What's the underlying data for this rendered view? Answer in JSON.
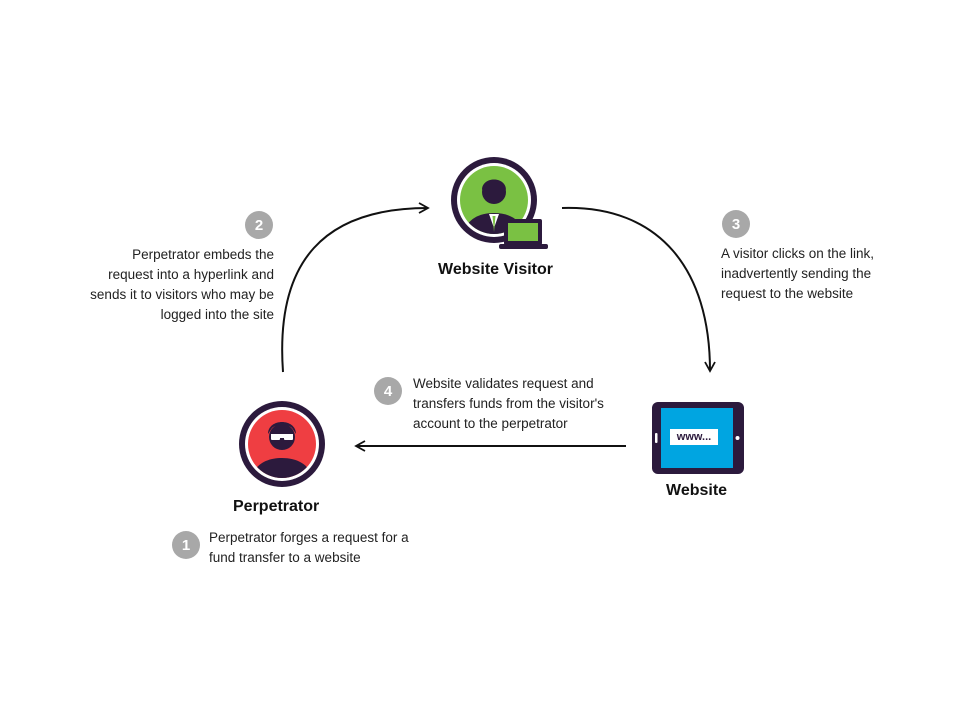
{
  "nodes": {
    "visitor": {
      "label": "Website Visitor",
      "icon": "visitor-with-laptop-icon",
      "color": "#7ac143"
    },
    "website": {
      "label": "Website",
      "icon": "tablet-browser-icon",
      "screen_text": "www...",
      "color": "#00a5e1"
    },
    "perpetrator": {
      "label": "Perpetrator",
      "icon": "hacker-icon",
      "color": "#ef3e42"
    }
  },
  "steps": [
    {
      "num": "1",
      "text": "Perpetrator forges a request for a fund transfer to a website"
    },
    {
      "num": "2",
      "text": "Perpetrator embeds the request into a hyperlink  and sends it to visitors who may be logged into the site"
    },
    {
      "num": "3",
      "text": "A visitor clicks on the link, inadvertently sending the request to the website"
    },
    {
      "num": "4",
      "text": "Website validates request and transfers funds from the visitor's account to the  perpetrator"
    }
  ],
  "colors": {
    "outline": "#2c1a3d",
    "badge": "#a8a8a8",
    "arrow": "#111111"
  }
}
